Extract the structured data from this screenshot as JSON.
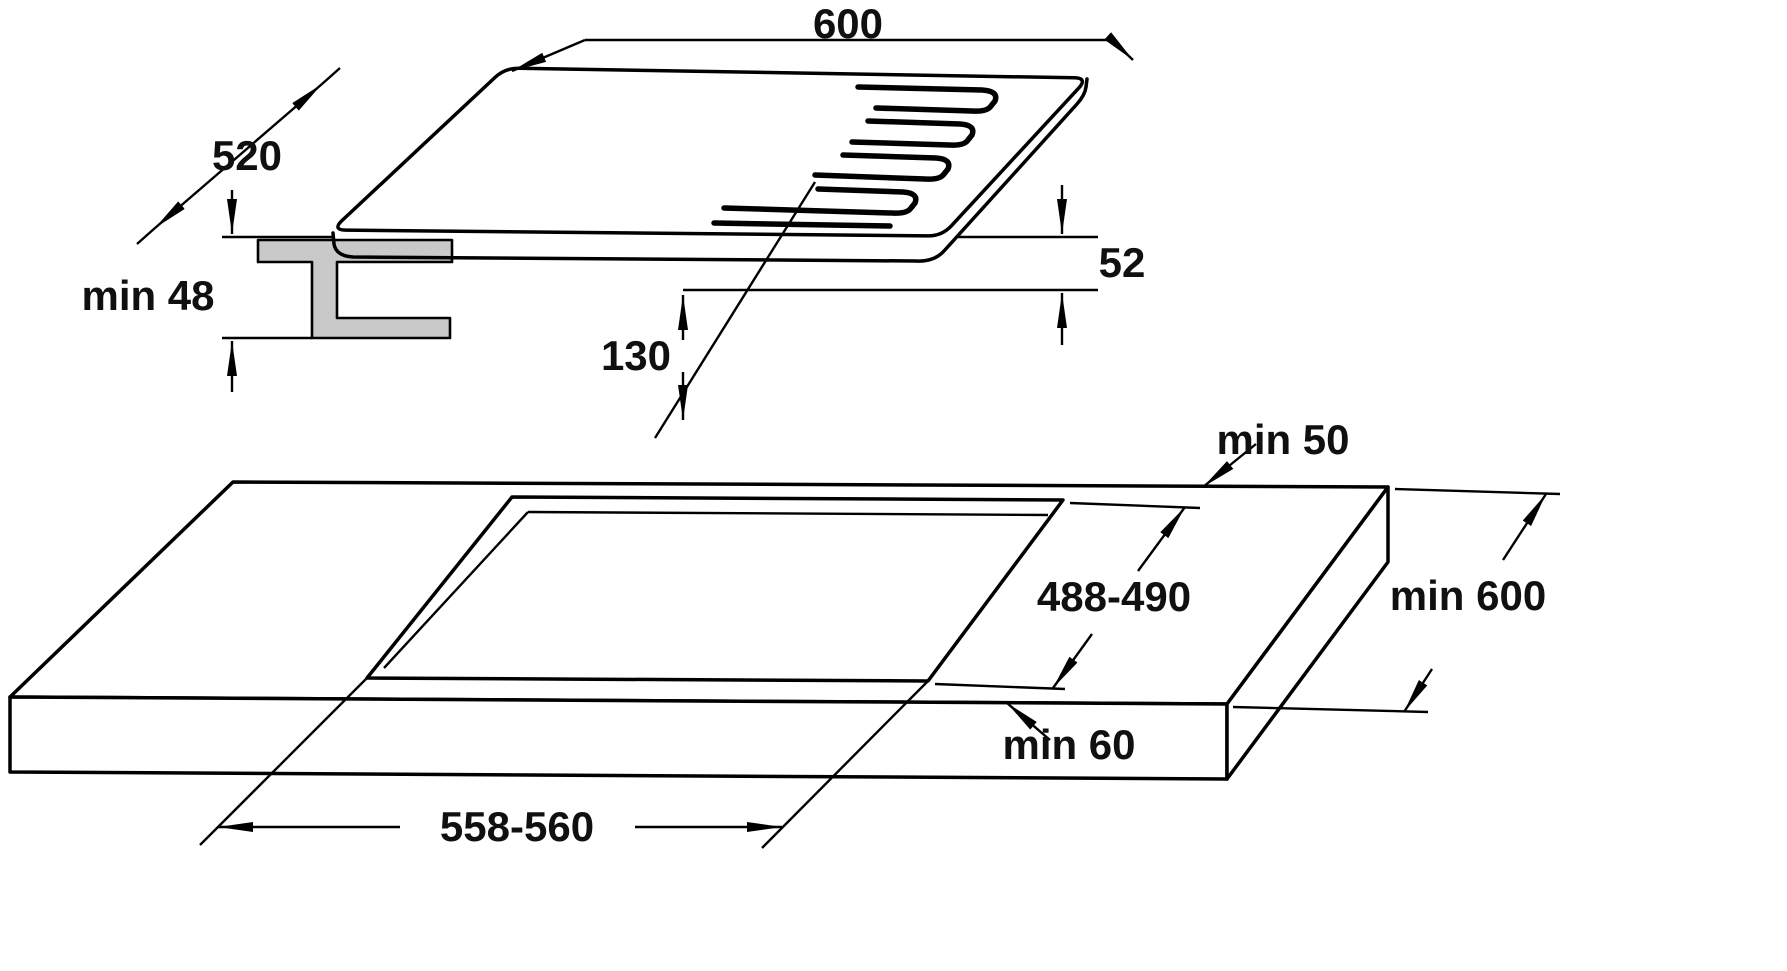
{
  "diagram": {
    "type": "technical installation drawing",
    "subject": "built-in hob dimensions and worktop cutout dimensions",
    "views": [
      {
        "id": "hob",
        "description": "perspective view of hob with pan supports and fixing bracket cross-section"
      },
      {
        "id": "worktop",
        "description": "perspective view of worktop with rectangular cutout"
      }
    ]
  },
  "hob_view": {
    "labels": {
      "width": "600",
      "depth": "520",
      "bracket_clearance": "min 48",
      "height_above_worktop": "52",
      "depth_below_worktop": "130"
    }
  },
  "worktop_view": {
    "labels": {
      "rear_edge_clearance": "min 50",
      "cutout_depth": "488-490",
      "worktop_min_depth": "min 600",
      "front_edge_clearance": "min 60",
      "cutout_width": "558-560"
    }
  },
  "colors": {
    "line": "#000000",
    "background": "#ffffff",
    "bracket_fill": "#c9c9c9"
  }
}
